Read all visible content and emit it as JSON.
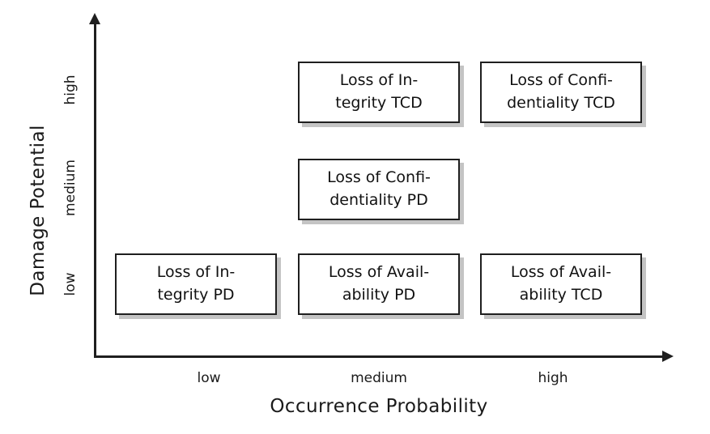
{
  "chart_data": {
    "type": "table",
    "title": "",
    "xlabel": "Occurrence Probability",
    "ylabel": "Damage Potential",
    "x_categories": [
      "low",
      "medium",
      "high"
    ],
    "y_categories": [
      "low",
      "medium",
      "high"
    ],
    "grid": false,
    "legend": "none",
    "cells": [
      {
        "x": "medium",
        "y": "high",
        "label": "Loss of Integrity TCD",
        "line1": "Loss of In-",
        "line2": "tegrity TCD"
      },
      {
        "x": "high",
        "y": "high",
        "label": "Loss of Confidentiality TCD",
        "line1": "Loss of Confi-",
        "line2": "dentiality TCD"
      },
      {
        "x": "medium",
        "y": "medium",
        "label": "Loss of Confidentiality PD",
        "line1": "Loss of Confi-",
        "line2": "dentiality PD"
      },
      {
        "x": "low",
        "y": "low",
        "label": "Loss of Integrity PD",
        "line1": "Loss of In-",
        "line2": "tegrity PD"
      },
      {
        "x": "medium",
        "y": "low",
        "label": "Loss of Availability PD",
        "line1": "Loss of Avail-",
        "line2": "ability PD"
      },
      {
        "x": "high",
        "y": "low",
        "label": "Loss of Availability TCD",
        "line1": "Loss of Avail-",
        "line2": "ability TCD"
      }
    ],
    "empty_cells": [
      {
        "x": "low",
        "y": "medium"
      },
      {
        "x": "high",
        "y": "medium"
      },
      {
        "x": "low",
        "y": "high"
      }
    ]
  },
  "axes": {
    "y": {
      "title": "Damage Potential",
      "ticks": {
        "high": "high",
        "medium": "medium",
        "low": "low"
      }
    },
    "x": {
      "title": "Occurrence Probability",
      "ticks": {
        "low": "low",
        "medium": "medium",
        "high": "high"
      }
    }
  },
  "colors": {
    "axis": "#1f1f1f",
    "box_border": "#1f1f1f",
    "box_fill": "#ffffff",
    "box_shadow": "#c4c4c4",
    "text": "#111111",
    "background": "#ffffff"
  }
}
